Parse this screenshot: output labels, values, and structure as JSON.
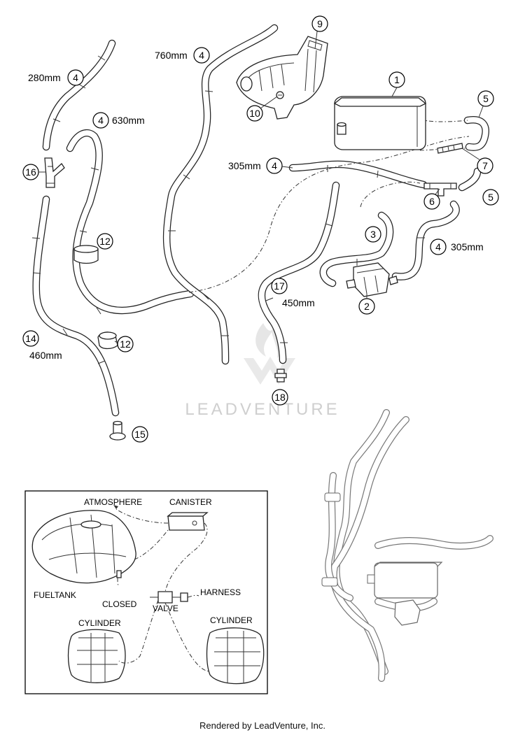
{
  "callouts": [
    {
      "n": "1"
    },
    {
      "n": "2"
    },
    {
      "n": "3"
    },
    {
      "n": "4"
    },
    {
      "n": "4"
    },
    {
      "n": "4"
    },
    {
      "n": "4"
    },
    {
      "n": "4"
    },
    {
      "n": "5"
    },
    {
      "n": "5"
    },
    {
      "n": "6"
    },
    {
      "n": "7"
    },
    {
      "n": "9"
    },
    {
      "n": "10"
    },
    {
      "n": "12"
    },
    {
      "n": "12"
    },
    {
      "n": "14"
    },
    {
      "n": "15"
    },
    {
      "n": "16"
    },
    {
      "n": "17"
    },
    {
      "n": "18"
    }
  ],
  "dimensions": {
    "d280": "280mm",
    "d760": "760mm",
    "d630": "630mm",
    "d305a": "305mm",
    "d305b": "305mm",
    "d450": "450mm",
    "d460": "460mm"
  },
  "watermark": "LEADVENTURE",
  "inset": {
    "atmosphere": "ATMOSPHERE",
    "canister": "CANISTER",
    "fueltank": "FUELTANK",
    "closed": "CLOSED",
    "valve": "VALVE",
    "harness": "HARNESS",
    "cylinder_left": "CYLINDER",
    "cylinder_right": "CYLINDER"
  },
  "footer": "Rendered by LeadVenture, Inc."
}
